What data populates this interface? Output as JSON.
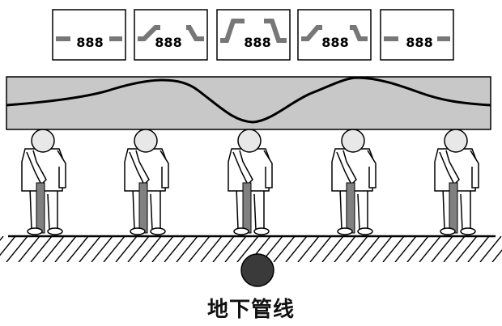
{
  "caption": "地下管线",
  "meter_readout": "888",
  "meter_count": 5,
  "surveyor_count": 5,
  "colors": {
    "line": "#000000",
    "profile_band": "#c8c8c8",
    "needle": "#7f7f7f",
    "probe": "#808080",
    "pipe": "#3a3a3a"
  }
}
